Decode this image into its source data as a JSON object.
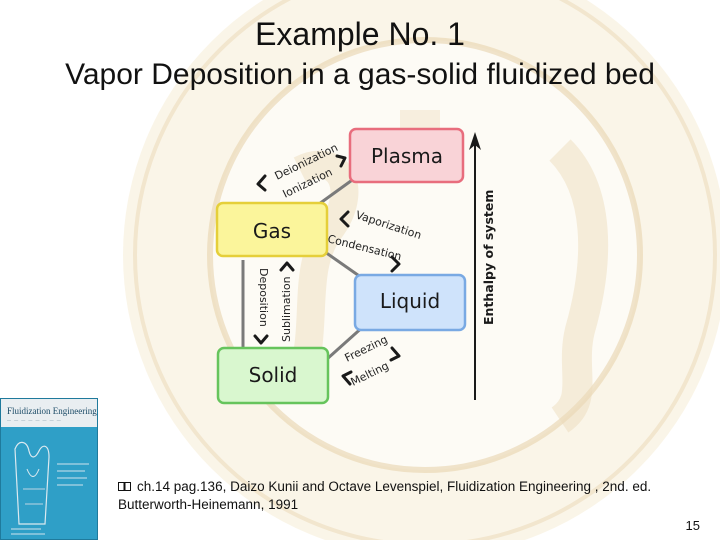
{
  "slide": {
    "title": "Example No. 1",
    "subtitle": "Vapor Deposition in a gas-solid fluidized bed",
    "reference": "ch.14 pag.136, Daizo Kunii and Octave Levenspiel, Fluidization Engineering , 2nd. ed. Butterworth-Heinemann, 1991",
    "page_number": "15"
  },
  "phase_diagram": {
    "states": {
      "plasma": "Plasma",
      "gas": "Gas",
      "liquid": "Liquid",
      "solid": "Solid"
    },
    "transitions": {
      "deionization": "Deionization",
      "ionization": "Ionization",
      "vaporization": "Vaporization",
      "condensation": "Condensation",
      "deposition": "Deposition",
      "sublimation": "Sublimation",
      "freezing": "Freezing",
      "melting": "Melting"
    },
    "axis_label": "Enthalpy of system",
    "colors": {
      "plasma_fill": "#f9d3d7",
      "plasma_border": "#e86d7d",
      "gas_fill": "#fbf59b",
      "gas_border": "#e5cf3a",
      "liquid_fill": "#cfe3fb",
      "liquid_border": "#79a9e3",
      "solid_fill": "#d9f7cf",
      "solid_border": "#66c45c"
    }
  },
  "book": {
    "title": "Fluidization Engineering"
  }
}
